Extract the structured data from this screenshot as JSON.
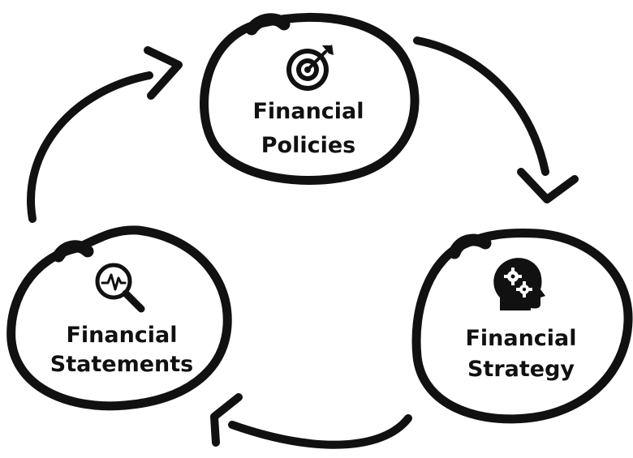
{
  "diagram": {
    "nodes": [
      {
        "id": "policies",
        "line1": "Financial",
        "line2": "Policies",
        "icon": "target-icon"
      },
      {
        "id": "strategy",
        "line1": "Financial",
        "line2": "Strategy",
        "icon": "head-gears-icon"
      },
      {
        "id": "statements",
        "line1": "Financial",
        "line2": "Statements",
        "icon": "magnifier-pulse-icon"
      }
    ],
    "edges": [
      {
        "from": "policies",
        "to": "strategy"
      },
      {
        "from": "strategy",
        "to": "statements"
      },
      {
        "from": "statements",
        "to": "policies"
      }
    ],
    "colors": {
      "stroke": "#111111",
      "background": "#ffffff"
    }
  }
}
